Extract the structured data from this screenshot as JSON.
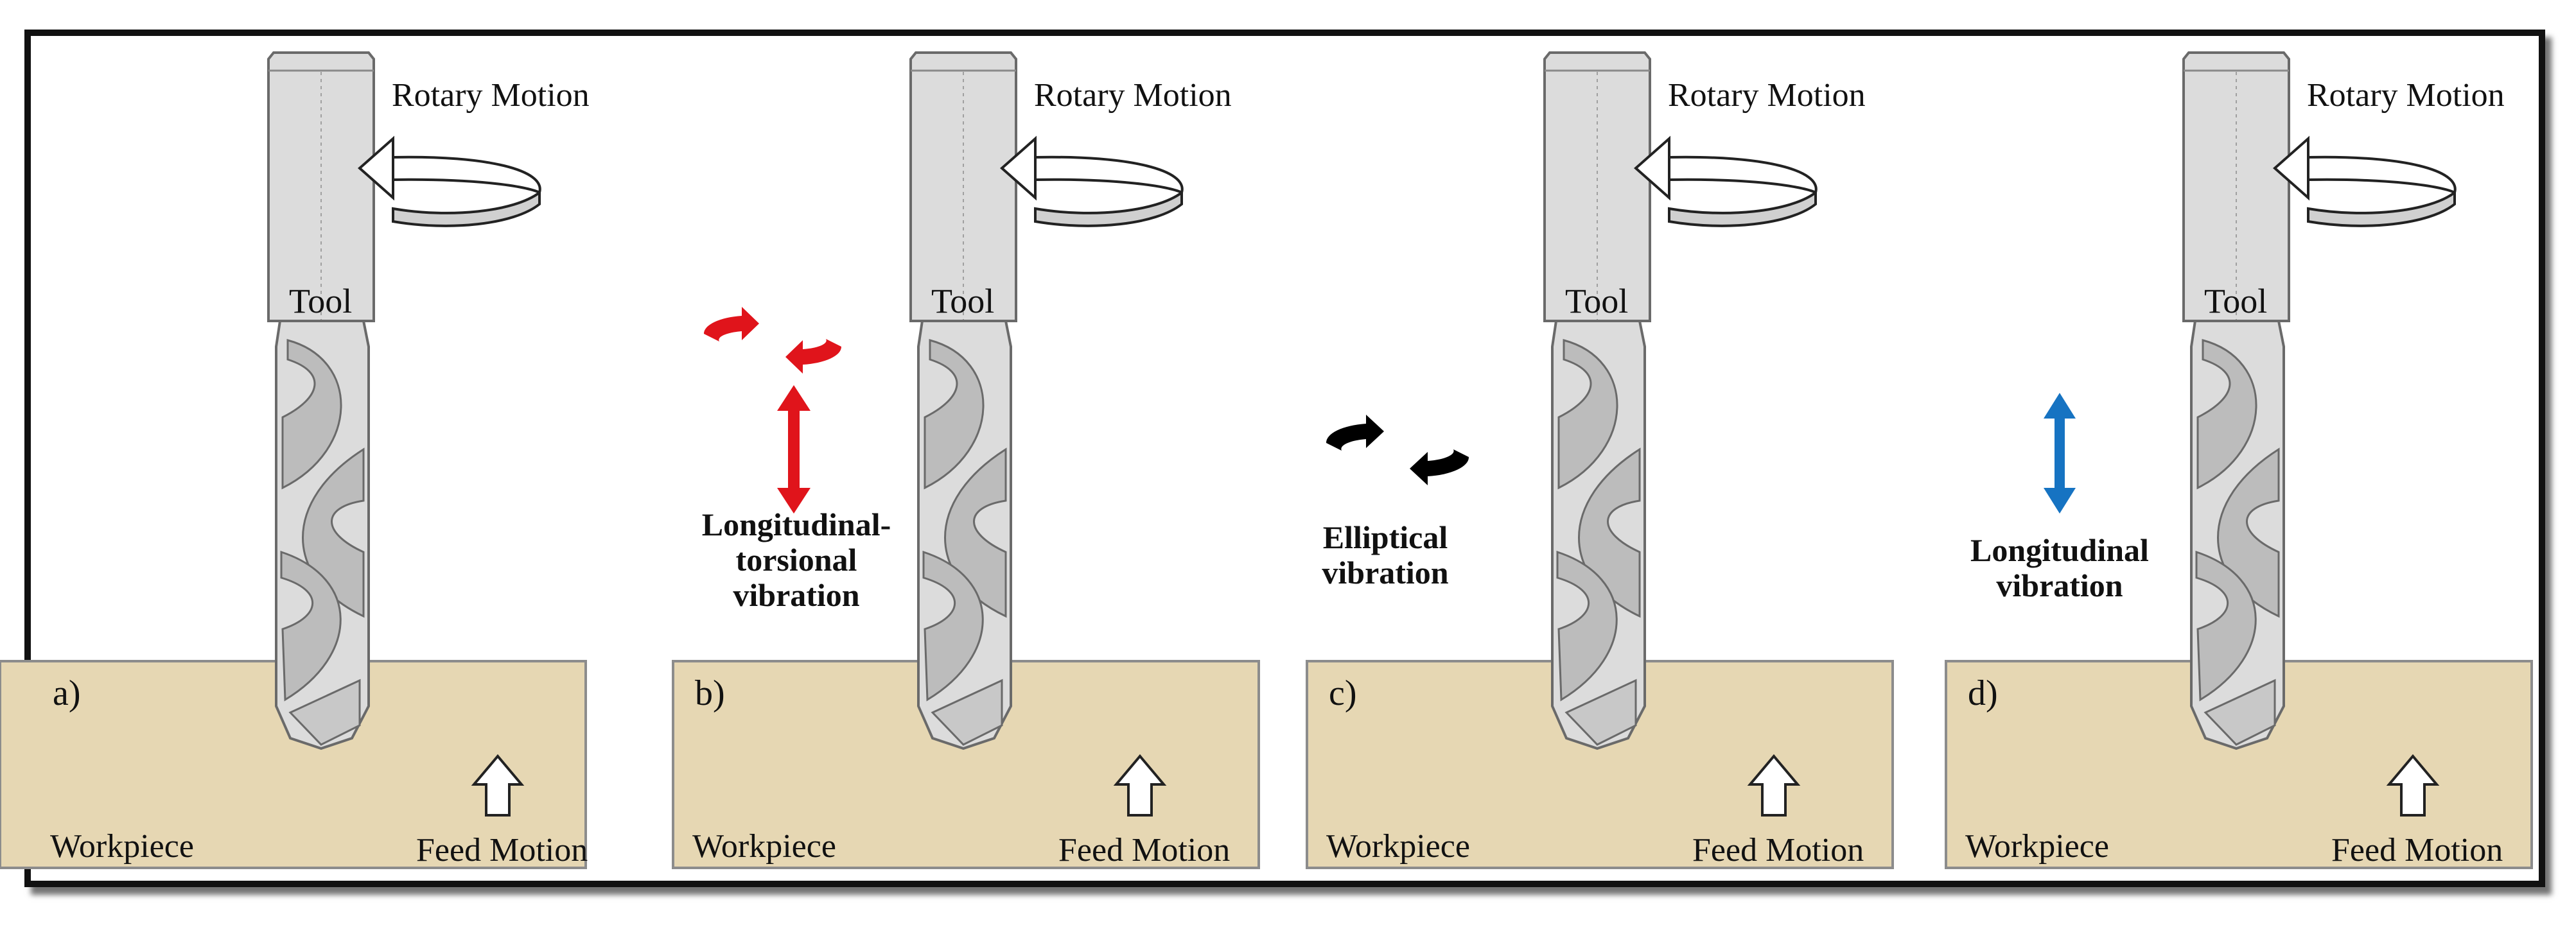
{
  "panels": [
    {
      "id": "a",
      "panel_label": "a)",
      "tool_label": "Tool",
      "rotary_label": "Rotary Motion",
      "workpiece_label": "Workpiece",
      "feed_label": "Feed Motion"
    },
    {
      "id": "b",
      "panel_label": "b)",
      "tool_label": "Tool",
      "rotary_label": "Rotary Motion",
      "workpiece_label": "Workpiece",
      "feed_label": "Feed Motion",
      "vibration": {
        "lines": [
          "Longitudinal-",
          "torsional",
          "vibration"
        ],
        "color": "#e0141b",
        "kind": "longitudinal-torsional"
      }
    },
    {
      "id": "c",
      "panel_label": "c)",
      "tool_label": "Tool",
      "rotary_label": "Rotary Motion",
      "workpiece_label": "Workpiece",
      "feed_label": "Feed Motion",
      "vibration": {
        "lines": [
          "Elliptical",
          "vibration"
        ],
        "color": "#000000",
        "kind": "elliptical"
      }
    },
    {
      "id": "d",
      "panel_label": "d)",
      "tool_label": "Tool",
      "rotary_label": "Rotary Motion",
      "workpiece_label": "Workpiece",
      "feed_label": "Feed Motion",
      "vibration": {
        "lines": [
          "Longitudinal",
          "vibration"
        ],
        "color": "#1673c2",
        "kind": "longitudinal"
      }
    }
  ],
  "colors": {
    "workpiece_fill": "#e6d7b3",
    "workpiece_border": "#8c8c8c",
    "tool_fill": "#dcdcdc",
    "tool_dark": "#bcbcbc",
    "frame": "#111111"
  }
}
